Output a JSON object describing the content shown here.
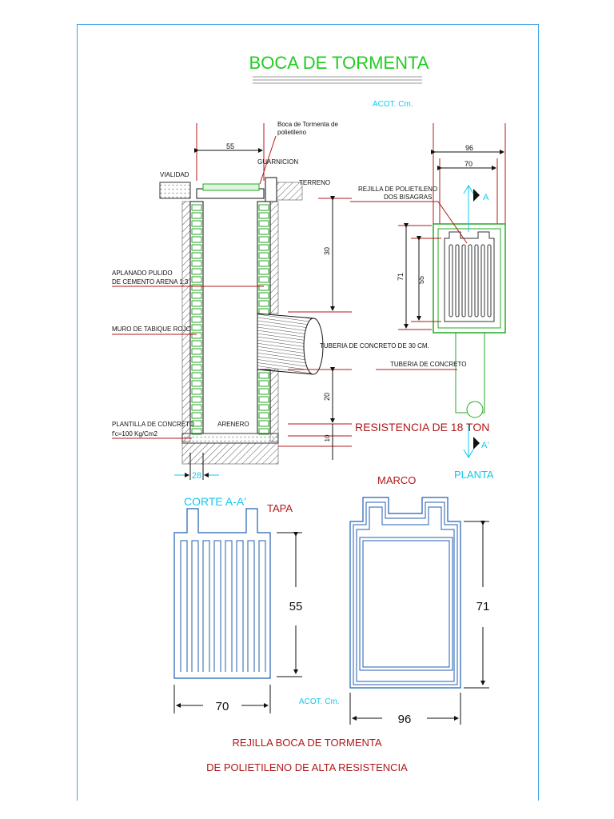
{
  "title": "BOCA DE TORMENTA",
  "acot_top": "ACOT. Cm.",
  "acot_bottom": "ACOT. Cm.",
  "section": {
    "label": "CORTE A-A'",
    "labels": {
      "boca": "Boca de Tormenta de",
      "boca2": "polietileno",
      "guarnicion": "GUARNICION",
      "vialidad": "VIALIDAD",
      "terreno": "TERRENO",
      "aplanado1": "APLANADO PULIDO",
      "aplanado2": "DE CEMENTO ARENA 1:3",
      "muro": "MURO DE TABIQUE ROJO",
      "tuberia30": "TUBERIA DE CONCRETO DE 30 CM.",
      "plantilla1": "PLANTILLA DE CONCRETO",
      "plantilla2": "f'c=100 Kg/Cm2",
      "arenero": "ARENERO"
    },
    "dims": {
      "top": "55",
      "d30": "30",
      "d20": "20",
      "d10": "10",
      "d28": "28"
    }
  },
  "plan": {
    "label": "PLANTA",
    "rejilla1": "REJILLA DE POLIETILENO",
    "rejilla2": "DOS BISAGRAS",
    "tuberia": "TUBERIA DE CONCRETO",
    "cut_a": "A",
    "cut_a2": "A'",
    "dims": {
      "d96": "96",
      "d70": "70",
      "d71": "71",
      "d55": "55"
    }
  },
  "resistencia": "RESISTENCIA DE 18 TON",
  "tapa": {
    "label": "TAPA",
    "height": "55",
    "width": "70"
  },
  "marco": {
    "label": "MARCO",
    "height": "71",
    "width": "96"
  },
  "footer": {
    "line1": "REJILLA BOCA DE TORMENTA",
    "line2": "DE POLIETILENO DE ALTA RESISTENCIA"
  },
  "colors": {
    "green": "#22cc22",
    "cyan": "#11c8ee",
    "red": "#b01818",
    "blue": "#1f5fb0",
    "frame": "#39a3e6"
  }
}
